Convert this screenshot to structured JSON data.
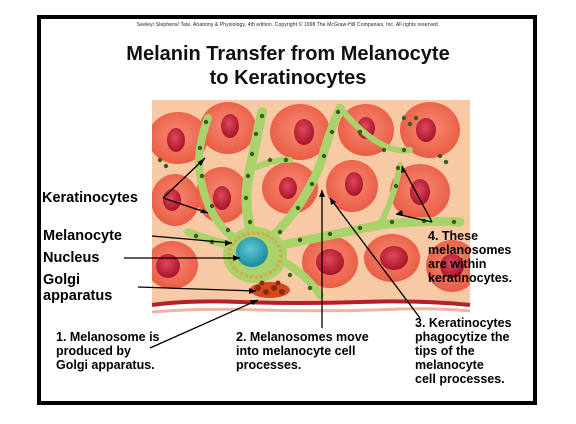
{
  "copyright": "Seeley/ Stephens/ Tate, Anatomy & Physiology, 4th edition. Copyright © 1998 The McGraw-Hill Companies, Inc. All rights reserved.",
  "title_line1": "Melanin Transfer from Melanocyte",
  "title_line2": "to Keratinocytes",
  "labels": {
    "keratinocytes": "Keratinocytes",
    "melanocyte": "Melanocyte",
    "nucleus": "Nucleus",
    "golgi_line1": "Golgi",
    "golgi_line2": "apparatus"
  },
  "notes": {
    "step1": [
      "1. Melanosome is",
      "produced by",
      "Golgi apparatus."
    ],
    "step2": [
      "2. Melanosomes move",
      "into melanocyte cell",
      "processes."
    ],
    "step3": [
      "3. Keratinocytes",
      "phagocytize the",
      "tips of the",
      "melanocyte",
      "cell processes."
    ],
    "step4": [
      "4. These",
      "melanosomes",
      "are within",
      "keratinocytes."
    ]
  },
  "colors": {
    "background_tissue": "#f7c9a4",
    "cell_body": "#f1715a",
    "cell_nucleus": "#c21b2d",
    "melanocyte_process": "#a9d26a",
    "melanosome": "#3b5a22",
    "melanocyte_nucleus": "#2aa7b8",
    "golgi": "#d44a1f",
    "basement_membrane": "#b4202a"
  }
}
